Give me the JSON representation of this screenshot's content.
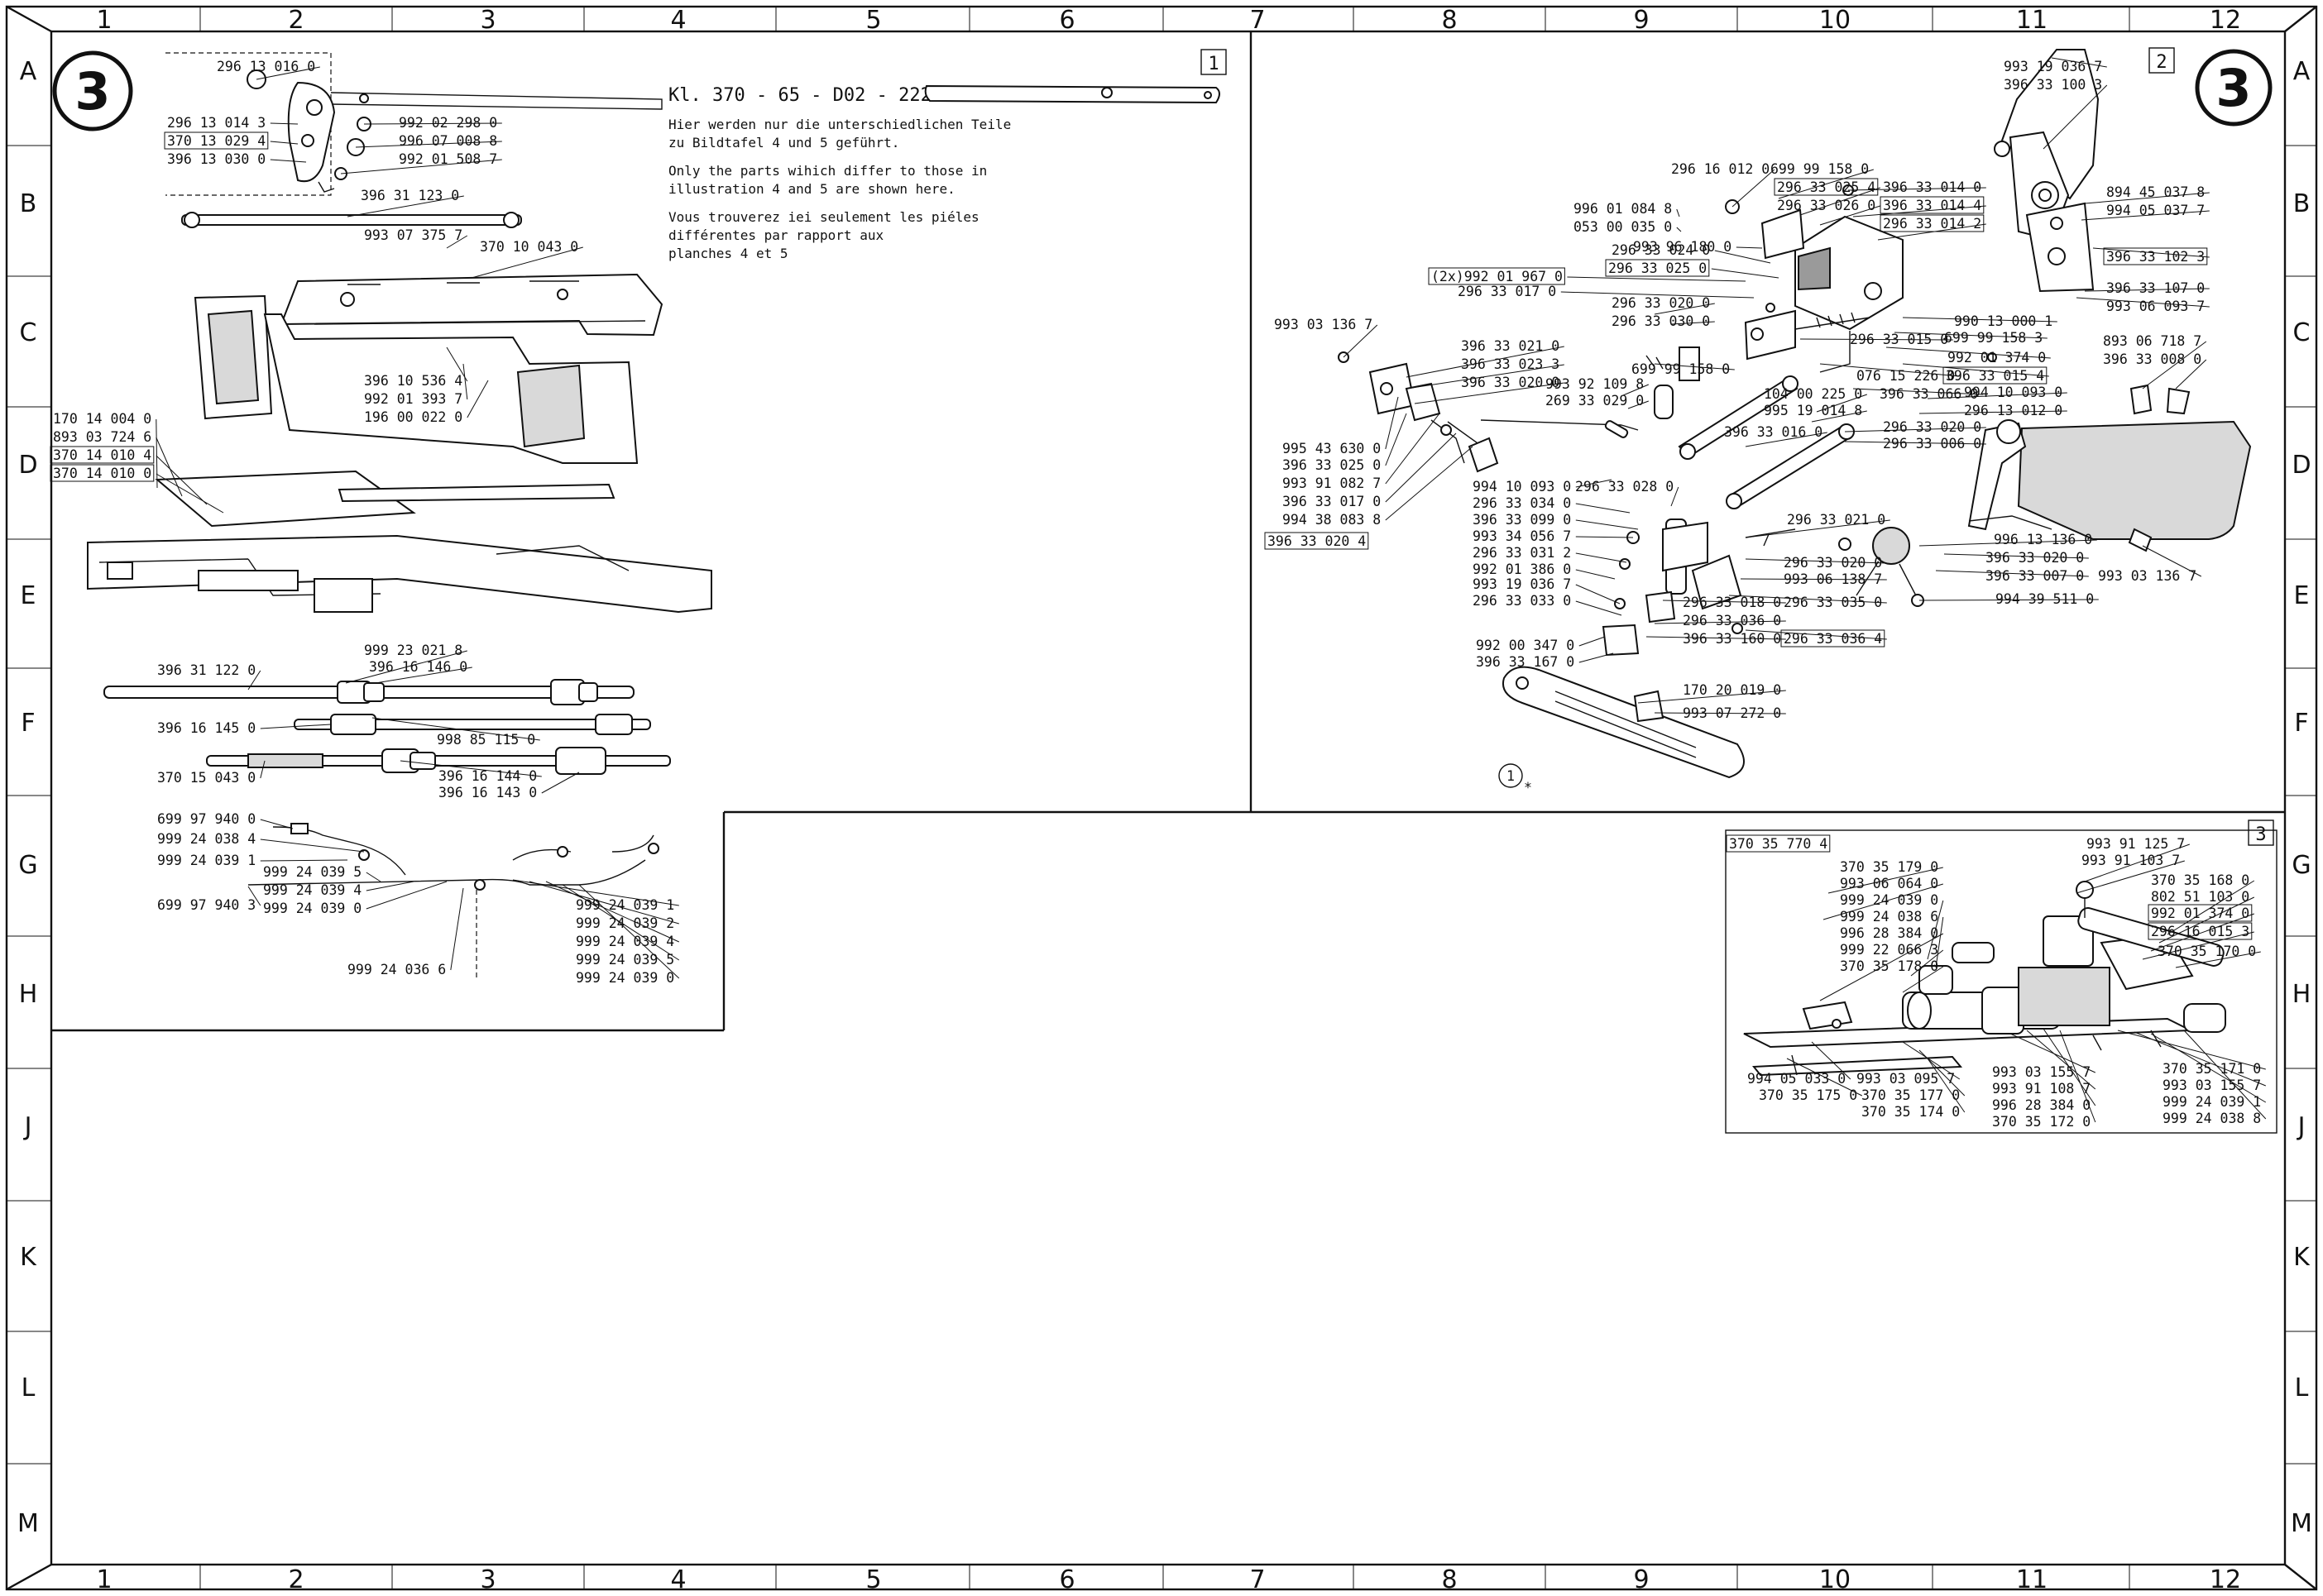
{
  "sheet": {
    "columns": [
      "1",
      "2",
      "3",
      "4",
      "5",
      "6",
      "7",
      "8",
      "9",
      "10",
      "11",
      "12"
    ],
    "rows": [
      "A",
      "B",
      "C",
      "D",
      "E",
      "F",
      "G",
      "H",
      "J",
      "K",
      "L",
      "M"
    ],
    "badge": "3"
  },
  "panel1": {
    "number": "1",
    "title": "Kl. 370 - 65 - D02 - 222",
    "notes": [
      "Hier werden nur die unterschiedlichen Teile",
      "zu Bildtafel 4 und 5 geführt.",
      "Only the parts wihich differ to those in",
      "illustration 4 and 5 are shown here.",
      "Vous trouverez iei seulement les piéles",
      "différentes par rapport aux",
      "planches 4 et 5"
    ],
    "labels": [
      "296 13 016 0",
      "296 13 014 3",
      "370 13 029 4",
      "396 13 030 0",
      "992 02 298 0",
      "996 07 008 8",
      "992 01 508 7",
      "396 31 123 0",
      "993 07 375 7",
      "370 10 043 0",
      "396 10 536 4",
      "992 01 393 7",
      "196 00 022 0",
      "170 14 004 0",
      "893 03 724 6",
      "370 14 010 4",
      "370 14 010 0",
      "999 23 021 8",
      "396 16 146 0",
      "396 31 122 0",
      "396 16 145 0",
      "998 85 115 0",
      "370 15 043 0",
      "396 16 144 0",
      "396 16 143 0",
      "699 97 940 0",
      "999 24 038 4",
      "999 24 039 1",
      "699 97 940 3",
      "999 24 039 5",
      "999 24 039 4",
      "999 24 039 0",
      "999 24 036 6",
      "999 24 039 1",
      "999 24 039 2",
      "999 24 039 4",
      "999 24 039 5",
      "999 24 039 0"
    ]
  },
  "panel2": {
    "number": "2",
    "ref_mark": "1",
    "labels": [
      "993 19 036 7",
      "396 33 100 3",
      "894 45 037 8",
      "994 05 037 7",
      "296 16 012 0",
      "699 99 158 0",
      "296 33 025 4",
      "296 33 026 0",
      "396 33 014 0",
      "396 33 014 4",
      "296 33 014 2",
      "996 01 084 8",
      "053 00 035 0",
      "993 96 180 0",
      "296 33 024 0",
      "296 33 025 0",
      "(2x)992 01 967 0",
      "296 33 017 0",
      "396 33 102 3",
      "396 33 107 0",
      "993 06 093 7",
      "296 33 020 0",
      "296 33 030 0",
      "993 03 136 7",
      "396 33 021 0",
      "396 33 023 3",
      "396 33 020 0",
      "699 99 158 0",
      "993 92 109 8",
      "269 33 029 0",
      "990 13 000 1",
      "699 99 158 3",
      "992 01 374 0",
      "396 33 015 4",
      "296 33 015 0",
      "076 15 226 0",
      "396 33 066 0",
      "994 10 093 0",
      "296 13 012 0",
      "893 06 718 7",
      "396 33 008 0",
      "104 00 225 0",
      "995 19 014 8",
      "396 33 016 0",
      "296 33 020 0",
      "296 33 006 0",
      "995 43 630 0",
      "396 33 025 0",
      "993 91 082 7",
      "396 33 017 0",
      "994 38 083 8",
      "396 33 020 4",
      "994 10 093 0",
      "296 33 028 0",
      "296 33 034 0",
      "396 33 099 0",
      "993 34 056 7",
      "296 33 031 2",
      "992 01 386 0",
      "993 19 036 7",
      "296 33 033 0",
      "296 33 021 0",
      "296 33 020 0",
      "993 06 138 7",
      "296 33 035 0",
      "296 33 018 0",
      "296 33 036 0",
      "396 33 160 0",
      "296 33 036 4",
      "992 00 347 0",
      "396 33 167 0",
      "996 13 136 0",
      "396 33 020 0",
      "396 33 007 0",
      "993 03 136 7",
      "994 39 511 0",
      "170 20 019 0",
      "993 07 272 0"
    ]
  },
  "panel3": {
    "number": "3",
    "labels": [
      "370 35 770 4",
      "370 35 179 0",
      "993 06 064 0",
      "999 24 039 0",
      "999 24 038 6",
      "996 28 384 0",
      "999 22 066 3",
      "370 35 178 0",
      "993 91 125 7",
      "993 91 103 7",
      "370 35 168 0",
      "802 51 103 0",
      "992 01 374 0",
      "296 16 015 3",
      "370 35 170 0",
      "994 05 033 0",
      "993 03 095 7",
      "370 35 175 0",
      "370 35 177 0",
      "370 35 174 0",
      "993 03 155 7",
      "993 91 108 7",
      "996 28 384 0",
      "370 35 172 0",
      "370 35 171 0",
      "993 03 155 7",
      "999 24 039 1",
      "999 24 038 8"
    ]
  }
}
